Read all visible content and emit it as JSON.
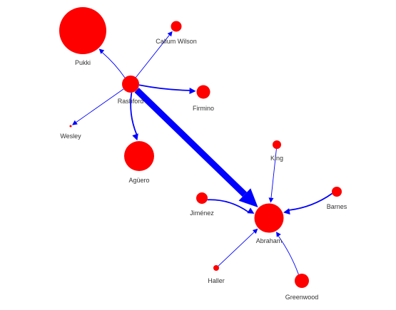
{
  "colors": {
    "node": "#ff0000",
    "edge": "#0000ff",
    "label": "#333333"
  },
  "nodes": [
    {
      "id": "pukki",
      "label": "Pukki"
    },
    {
      "id": "wilson",
      "label": "Callum Wilson"
    },
    {
      "id": "rashford",
      "label": "Rashford"
    },
    {
      "id": "firmino",
      "label": "Firmino"
    },
    {
      "id": "wesley",
      "label": "Wesley"
    },
    {
      "id": "aguero",
      "label": "Agüero"
    },
    {
      "id": "king",
      "label": "King"
    },
    {
      "id": "jimenez",
      "label": "Jiménez"
    },
    {
      "id": "barnes",
      "label": "Barnes"
    },
    {
      "id": "abraham",
      "label": "Abraham"
    },
    {
      "id": "haller",
      "label": "Haller"
    },
    {
      "id": "greenwood",
      "label": "Greenwood"
    }
  ],
  "edges": [
    {
      "from": "rashford",
      "to": "pukki",
      "weight": 1
    },
    {
      "from": "rashford",
      "to": "wilson",
      "weight": 1
    },
    {
      "from": "rashford",
      "to": "firmino",
      "weight": 2
    },
    {
      "from": "rashford",
      "to": "wesley",
      "weight": 1
    },
    {
      "from": "rashford",
      "to": "aguero",
      "weight": 2
    },
    {
      "from": "rashford",
      "to": "abraham",
      "weight": 10
    },
    {
      "from": "king",
      "to": "abraham",
      "weight": 1
    },
    {
      "from": "jimenez",
      "to": "abraham",
      "weight": 2
    },
    {
      "from": "barnes",
      "to": "abraham",
      "weight": 2
    },
    {
      "from": "haller",
      "to": "abraham",
      "weight": 1
    },
    {
      "from": "greenwood",
      "to": "abraham",
      "weight": 1
    }
  ]
}
